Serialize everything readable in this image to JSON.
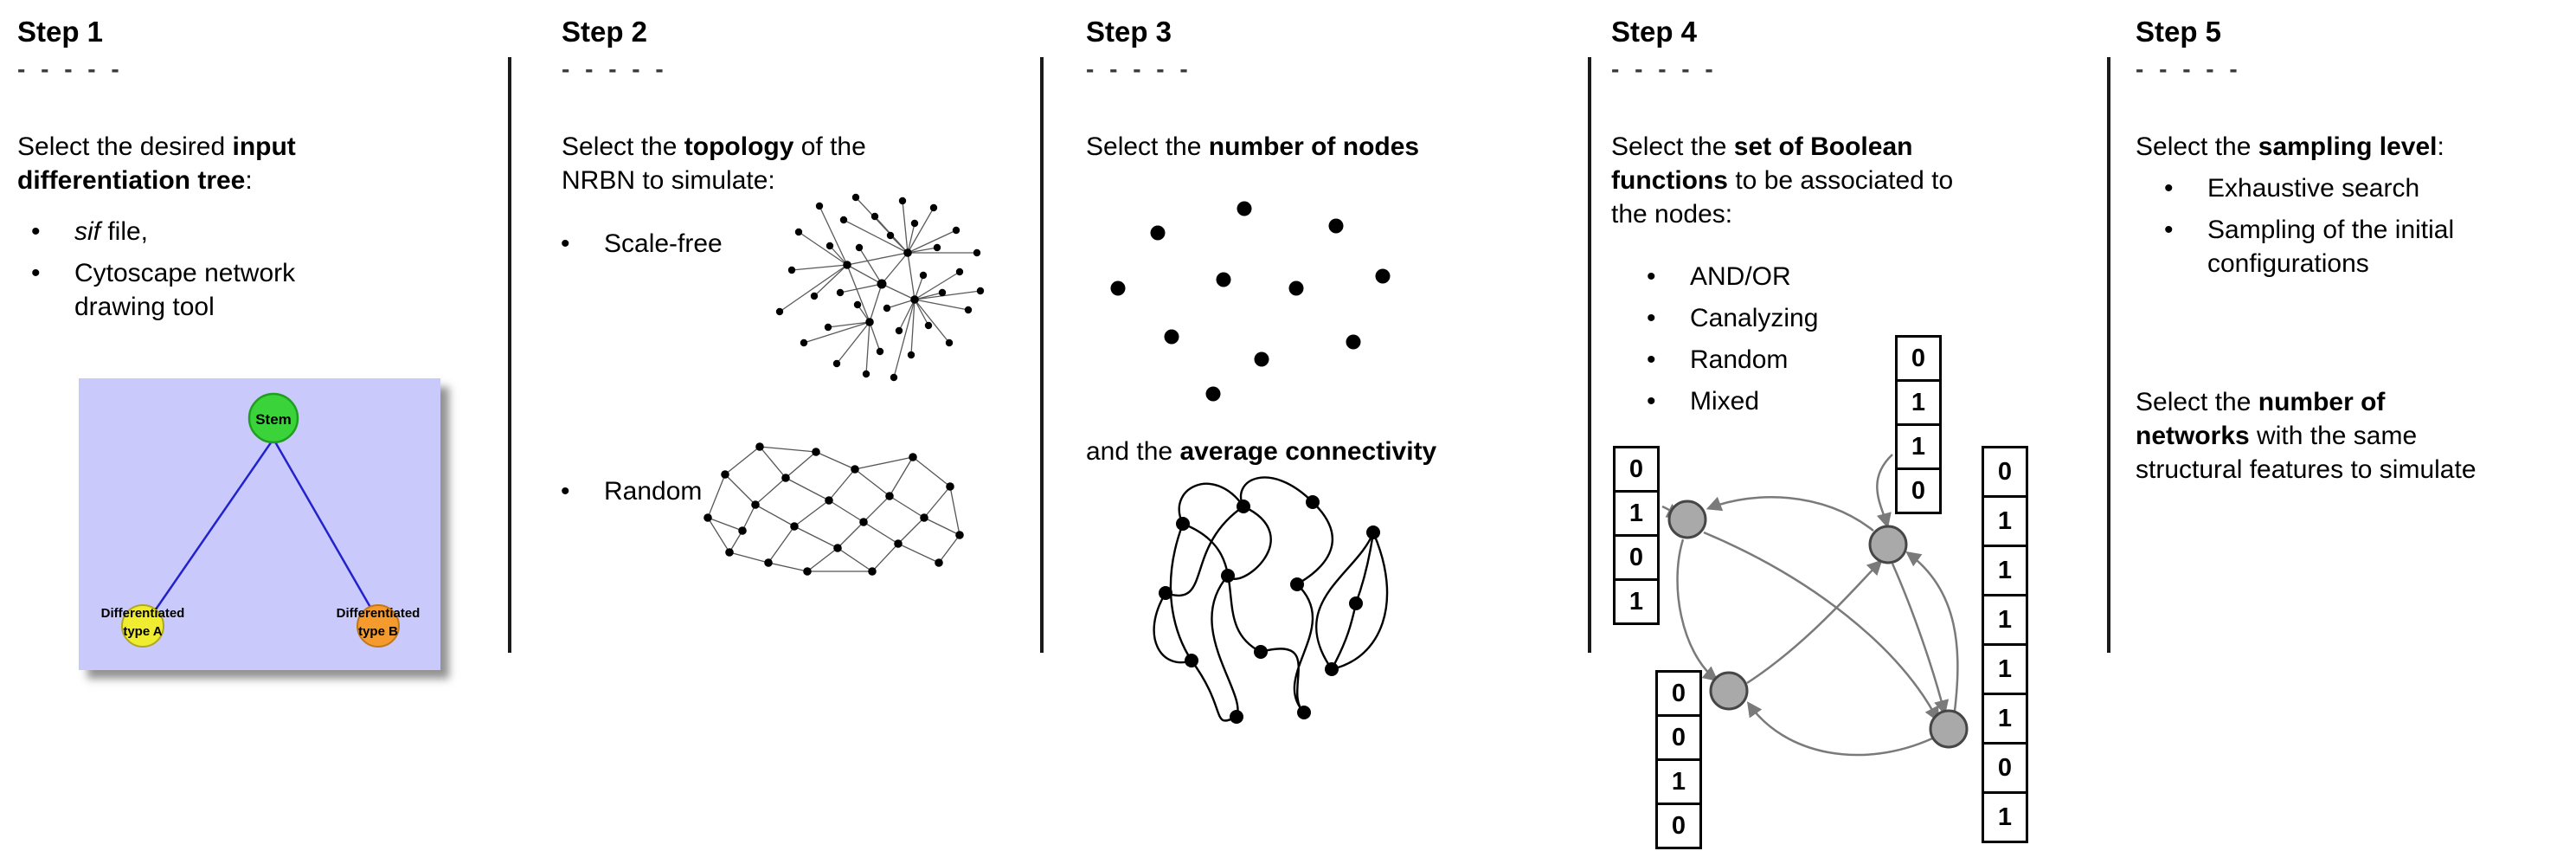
{
  "dashes": "- - - - -",
  "colors": {
    "tree_background": "#c9c9fb",
    "tree_edge": "#2222cc",
    "stem_node": "#3ad43a",
    "type_a_node": "#f0ec2f",
    "type_b_node": "#f59a2d",
    "network_dot": "#000000",
    "boolean_node": "#a9a9a9",
    "arrow_gray": "#7a7a7a"
  },
  "step1": {
    "title": "Step 1",
    "intro_pre": "Select the desired ",
    "intro_bold": "input differentiation tree",
    "intro_post": ":",
    "bullet1_italic": "sif",
    "bullet1_rest": " file,",
    "bullet2": "Cytoscape network drawing tool",
    "tree": {
      "root": "Stem",
      "left_line1": "Differentiated",
      "left_line2": "type A",
      "right_line1": "Differentiated",
      "right_line2": "type B"
    }
  },
  "step2": {
    "title": "Step 2",
    "intro_pre": "Select the ",
    "intro_bold": "topology",
    "intro_post": " of the NRBN to simulate:",
    "bullet1": "Scale-free",
    "bullet2": "Random"
  },
  "step3": {
    "title": "Step 3",
    "line1_pre": "Select the ",
    "line1_bold": "number of nodes",
    "line2_pre": "and the ",
    "line2_bold": "average connectivity"
  },
  "step4": {
    "title": "Step 4",
    "intro_pre": "Select the ",
    "intro_bold": "set of Boolean functions",
    "intro_post": " to be associated to the nodes:",
    "bullets": [
      "AND/OR",
      "Canalyzing",
      "Random",
      "Mixed"
    ],
    "tables": {
      "left": [
        "0",
        "1",
        "0",
        "1"
      ],
      "top": [
        "0",
        "1",
        "1",
        "0"
      ],
      "bottom_left": [
        "0",
        "0",
        "1",
        "0"
      ],
      "right": [
        "0",
        "1",
        "1",
        "1",
        "1",
        "1",
        "0",
        "1"
      ]
    }
  },
  "step5": {
    "title": "Step 5",
    "intro_pre": "Select the ",
    "intro_bold": "sampling level",
    "intro_post": ":",
    "bullet1": "Exhaustive search",
    "bullet2": "Sampling of the initial configurations",
    "para_pre": "Select the ",
    "para_bold": "number of networks",
    "para_post": " with the same structural features to simulate"
  }
}
